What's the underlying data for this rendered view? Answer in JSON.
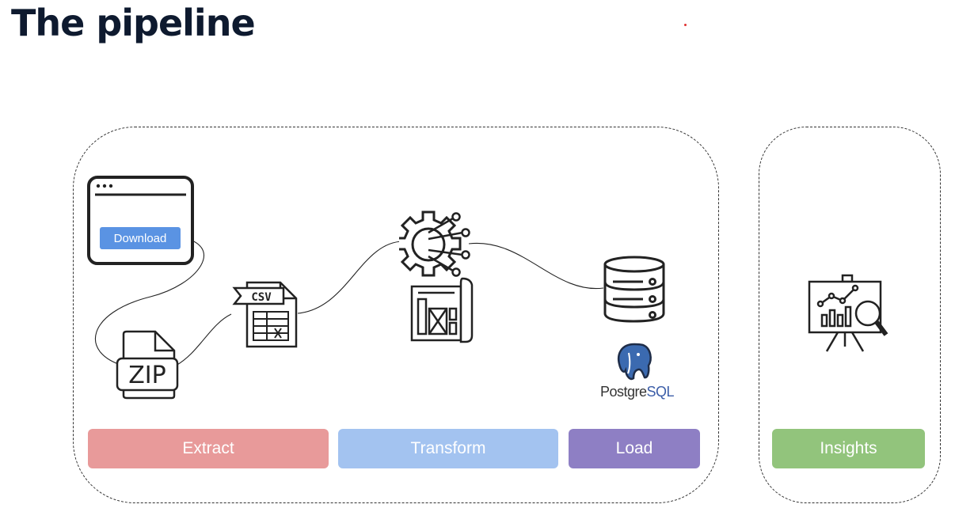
{
  "title": "The pipeline",
  "browser": {
    "download_label": "Download"
  },
  "file_labels": {
    "zip": "ZIP",
    "csv": "CSV"
  },
  "postgres": {
    "part1": "Postgre",
    "part2": "SQL"
  },
  "stages": [
    {
      "label": "Extract",
      "color": "#e89a9a"
    },
    {
      "label": "Transform",
      "color": "#a3c3f0"
    },
    {
      "label": "Load",
      "color": "#8e7fc4"
    },
    {
      "label": "Insights",
      "color": "#92c47c"
    }
  ],
  "icons": [
    "browser-window-icon",
    "zip-file-icon",
    "csv-file-icon",
    "gear-circuit-icon",
    "blueprint-icon",
    "database-icon",
    "postgresql-elephant-icon",
    "presentation-chart-icon"
  ]
}
